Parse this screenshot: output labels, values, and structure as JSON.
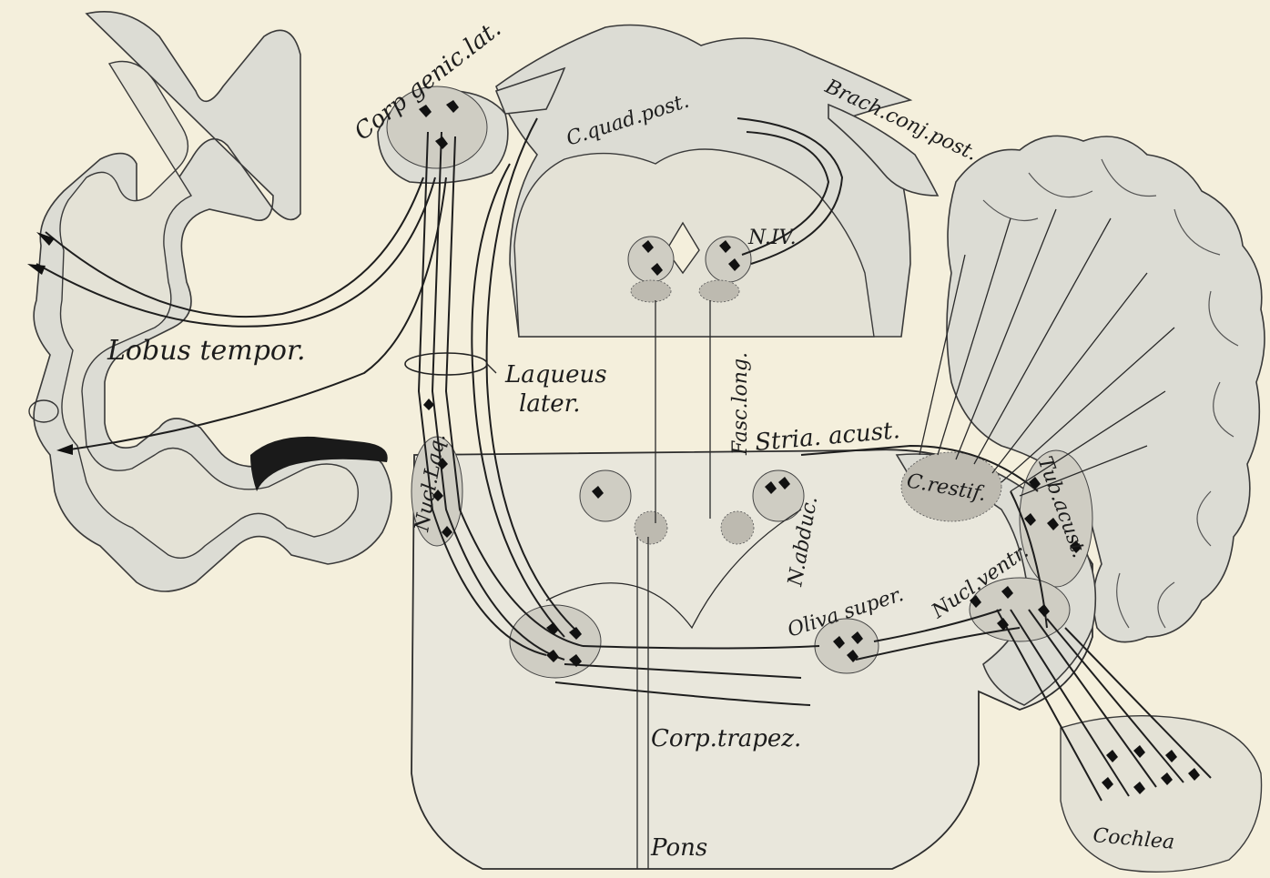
{
  "labels": {
    "corp_genic_lat": "Corp genic.lat.",
    "c_quad_post": "C.quad.post.",
    "brach_conj_post": "Brach.conj.post.",
    "n_iv": "N.IV.",
    "lobus_tempor": "Lobus tempor.",
    "laqueus": "Laqueus",
    "later": "later.",
    "fasc_long": "Fasc.long.",
    "stria_acust": "Stria. acust.",
    "nucl_laq": "Nucl.Laq.",
    "c_restif": "C.restif.",
    "n_abduc": "N.abduc.",
    "tub_acust": "Tub.acust.",
    "nucl_ventr": "Nucl.ventr.",
    "oliva_super": "Oliva super.",
    "corp_trapez": "Corp.trapez.",
    "pons": "Pons",
    "cochlea": "Cochlea"
  },
  "colors": {
    "paper": "#f4efdc",
    "tissue": "#dcdcd4",
    "ink": "#1d1d1d"
  }
}
